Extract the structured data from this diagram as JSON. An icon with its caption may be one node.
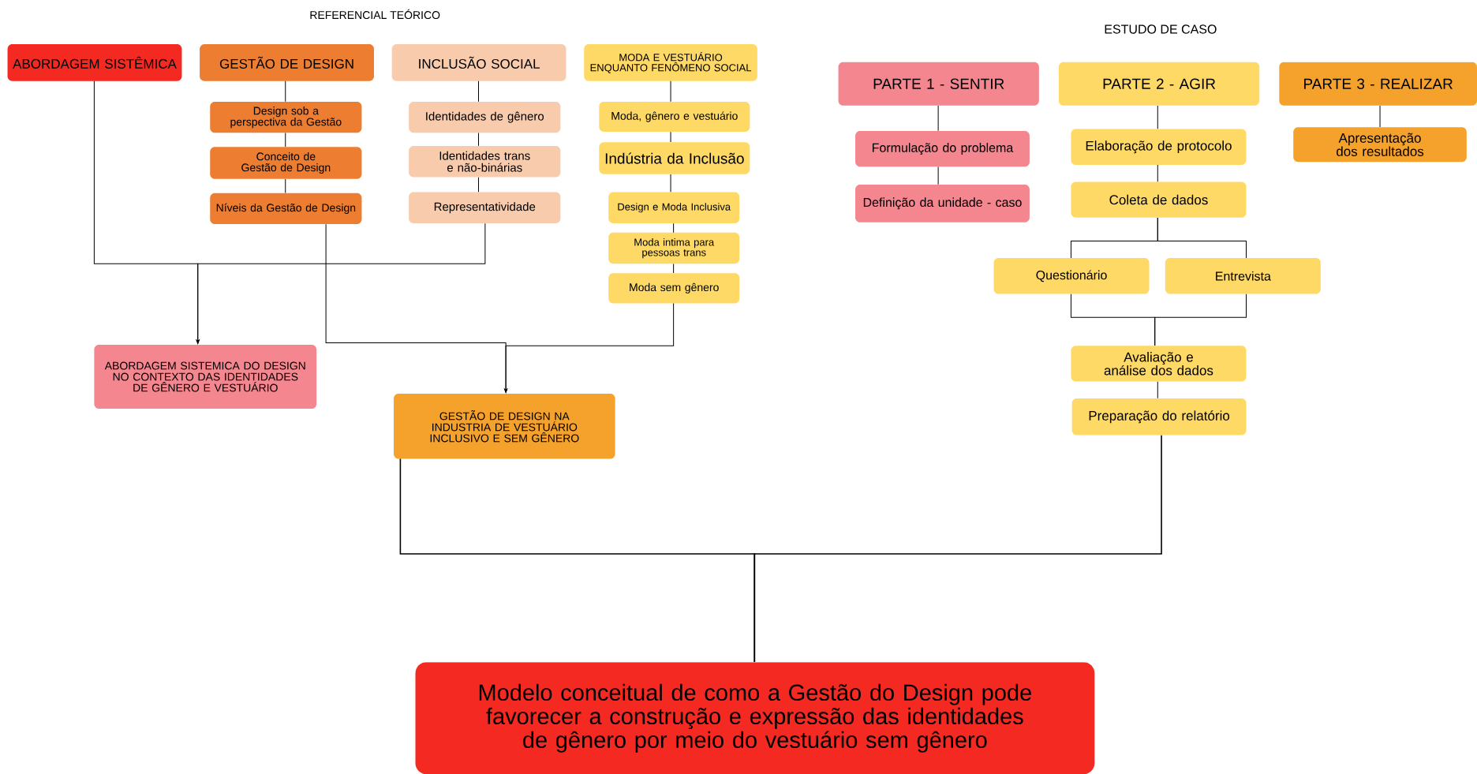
{
  "diagram": {
    "nodes": [
      {
        "text": [
          "ABORDAGEM SISTÊMICA"
        ]
      },
      {
        "text": [
          "GESTÃO DE DESIGN"
        ]
      },
      {
        "text": [
          "Design sob a perspectiva da Gestão"
        ]
      },
      {
        "text": [
          "Conceito de Gestão de Design"
        ]
      },
      {
        "text": [
          "Níveis da Gestão de Design"
        ]
      },
      {
        "text": [
          "INCLUSÃO SOCIAL"
        ]
      },
      {
        "text": [
          "Identidades de gênero"
        ]
      },
      {
        "text": [
          "Identidades trans e não-binárias"
        ]
      },
      {
        "text": [
          "Representatividade"
        ]
      },
      {
        "text": [
          "MODA E VESTUÁRIO ENQUANTO FENÔMENO SOCIAL"
        ]
      },
      {
        "text": [
          "Moda, gênero e vestuário"
        ]
      },
      {
        "text": [
          "Indústria da Inclusão"
        ]
      },
      {
        "text": [
          "Design e Moda Inclusiva"
        ]
      },
      {
        "text": [
          "Moda intima para pessoas trans"
        ]
      },
      {
        "text": [
          "Moda sem gênero"
        ]
      },
      {
        "text": [
          "ABORDAGEM SISTEMICA DO DESIGN NO CONTEXTO DAS IDENTIDADES DE GÊNERO E VESTUÁRIO"
        ]
      },
      {
        "text": [
          "GESTÃO DE DESIGN NA INDUSTRIA DE VESTUÁRIO INCLUSIVO E SEM GÊNERO"
        ]
      },
      {
        "text": [
          "PARTE 1 - SENTIR"
        ]
      },
      {
        "text": [
          "Formulação do problema"
        ]
      },
      {
        "text": [
          "Definição da unidade - caso"
        ]
      },
      {
        "text": [
          "PARTE 2 - AGIR"
        ]
      },
      {
        "text": [
          "Elaboração de protocolo"
        ]
      },
      {
        "text": [
          "Coleta de dados"
        ]
      },
      {
        "text": [
          "Questionário"
        ]
      },
      {
        "text": [
          "Entrevista"
        ]
      },
      {
        "text": [
          "Avaliação e análise dos dados"
        ]
      },
      {
        "text": [
          "Preparação do relatório"
        ]
      },
      {
        "text": [
          "PARTE 3 - REALIZAR"
        ]
      },
      {
        "text": [
          "Apresentação dos resultados"
        ]
      },
      {
        "text": [
          "Modelo conceitual de como a Gestão do Design pode favorecer a construção e expressão das identidades de gênero por meio do vestuário sem gênero"
        ]
      }
    ],
    "edges": [
      {
        "from": 1,
        "to": 2,
        "arrow": "none"
      },
      {
        "from": 2,
        "to": 3,
        "arrow": "none"
      },
      {
        "from": 3,
        "to": 4,
        "arrow": "none"
      },
      {
        "from": 5,
        "to": 6,
        "arrow": "none"
      },
      {
        "from": 6,
        "to": 7,
        "arrow": "none"
      },
      {
        "from": 7,
        "to": 8,
        "arrow": "none"
      },
      {
        "from": 9,
        "to": 10,
        "arrow": "none"
      },
      {
        "from": 10,
        "to": 11,
        "arrow": "none"
      },
      {
        "from": 11,
        "to": 12,
        "arrow": "none"
      },
      {
        "from": 12,
        "to": 13,
        "arrow": "none"
      },
      {
        "from": 13,
        "to": 14,
        "arrow": "none"
      },
      {
        "from": 0,
        "to": 15,
        "arrow": "to"
      },
      {
        "from": 8,
        "to": 15,
        "arrow": "to"
      },
      {
        "from": 4,
        "to": 16,
        "arrow": "to"
      },
      {
        "from": 14,
        "to": 16,
        "arrow": "to"
      },
      {
        "from": 17,
        "to": 18,
        "arrow": "none"
      },
      {
        "from": 18,
        "to": 19,
        "arrow": "none"
      },
      {
        "from": 20,
        "to": 21,
        "arrow": "none"
      },
      {
        "from": 21,
        "to": 22,
        "arrow": "none"
      },
      {
        "from": 22,
        "to": 23,
        "arrow": "none"
      },
      {
        "from": 22,
        "to": 24,
        "arrow": "none"
      },
      {
        "from": 23,
        "to": 25,
        "arrow": "none"
      },
      {
        "from": 24,
        "to": 25,
        "arrow": "none"
      },
      {
        "from": 25,
        "to": 26,
        "arrow": "none"
      },
      {
        "from": 27,
        "to": 28,
        "arrow": "none"
      },
      {
        "from": 16,
        "to": 29,
        "arrow": "none"
      },
      {
        "from": 26,
        "to": 29,
        "arrow": "none"
      }
    ],
    "labels": [
      "REFERENCIAL TEÓRICO",
      "ESTUDO DE CASO"
    ]
  }
}
